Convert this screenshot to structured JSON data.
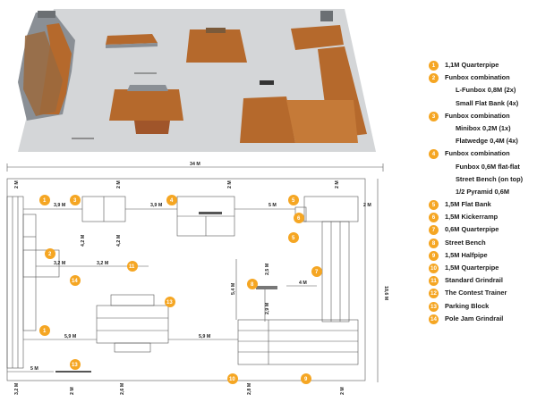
{
  "legend": [
    {
      "num": "1",
      "label": "1,1M Quarterpipe"
    },
    {
      "num": "2",
      "label": "Funbox combination"
    },
    {
      "num": "",
      "label": "L-Funbox 0,8M (2x)"
    },
    {
      "num": "",
      "label": "Small Flat Bank (4x)"
    },
    {
      "num": "3",
      "label": "Funbox combination"
    },
    {
      "num": "",
      "label": "Minibox 0,2M (1x)"
    },
    {
      "num": "",
      "label": "Flatwedge 0,4M (4x)"
    },
    {
      "num": "4",
      "label": "Funbox combination"
    },
    {
      "num": "",
      "label": "Funbox 0,6M flat-flat"
    },
    {
      "num": "",
      "label": "Street Bench (on top)"
    },
    {
      "num": "",
      "label": "1/2 Pyramid 0,6M"
    },
    {
      "num": "5",
      "label": "1,5M Flat Bank"
    },
    {
      "num": "6",
      "label": "1,5M Kickerramp"
    },
    {
      "num": "7",
      "label": "0,6M Quarterpipe"
    },
    {
      "num": "8",
      "label": "Street Bench"
    },
    {
      "num": "9",
      "label": "1,5M Halfpipe"
    },
    {
      "num": "10",
      "label": "1,5M Quarterpipe"
    },
    {
      "num": "11",
      "label": "Standard Grindrail"
    },
    {
      "num": "12",
      "label": "The Contest Trainer"
    },
    {
      "num": "13",
      "label": "Parking Block"
    },
    {
      "num": "14",
      "label": "Pole Jam Grindrail"
    }
  ],
  "dimensions": {
    "total_width": "34 M",
    "total_depth": "18,6 M",
    "d_2m": "2 M",
    "d_3_9m": "3,9 M",
    "d_5m": "5 M",
    "d_4_2m": "4,2 M",
    "d_3_2m": "3,2 M",
    "d_2_5m": "2,5 M",
    "d_5_4m": "5,4 M",
    "d_4m": "4 M",
    "d_2_9m": "2,9 M",
    "d_5_9m": "5,9 M",
    "d_2_6m": "2,6 M",
    "d_3_2m_v": "3,2 M",
    "d_2_8m": "2,8 M"
  },
  "colors": {
    "ramp_wood": "#b5692c",
    "ramp_side": "#8a8f95",
    "ground": "#d4d6d8",
    "badge": "#f5a623",
    "line": "#555555"
  }
}
